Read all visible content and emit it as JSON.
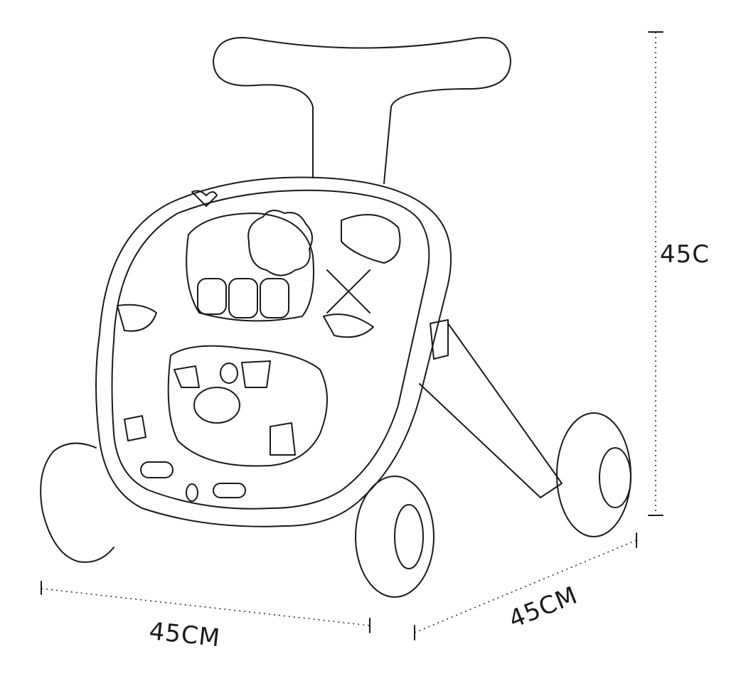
{
  "dimensions": {
    "height_label": "45C",
    "width_label": "45CM",
    "depth_label": "45CM"
  },
  "colors": {
    "line": "#1a1a1a",
    "background": "#ffffff"
  }
}
